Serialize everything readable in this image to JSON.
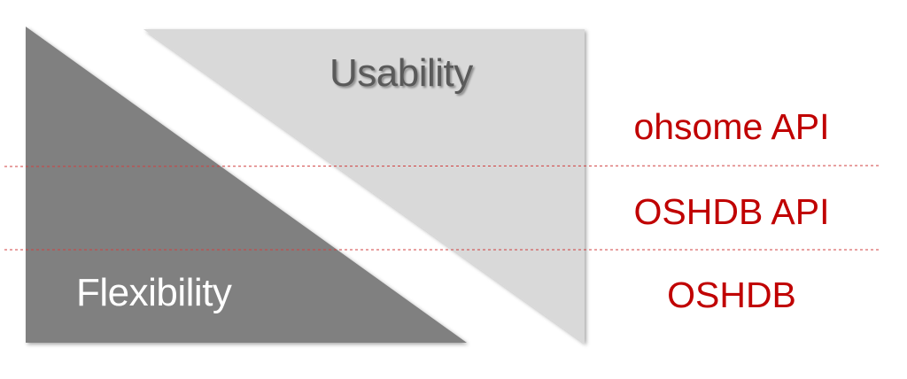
{
  "diagram": {
    "axes": {
      "usability_label": "Usability",
      "flexibility_label": "Flexibility"
    },
    "layers": [
      {
        "label": "ohsome API"
      },
      {
        "label": "OSHDB API"
      },
      {
        "label": "OSHDB"
      }
    ],
    "colors": {
      "flexibility_triangle": "#808080",
      "usability_triangle": "#d9d9d9",
      "layer_text": "#c00000",
      "divider": "#d04040"
    }
  }
}
